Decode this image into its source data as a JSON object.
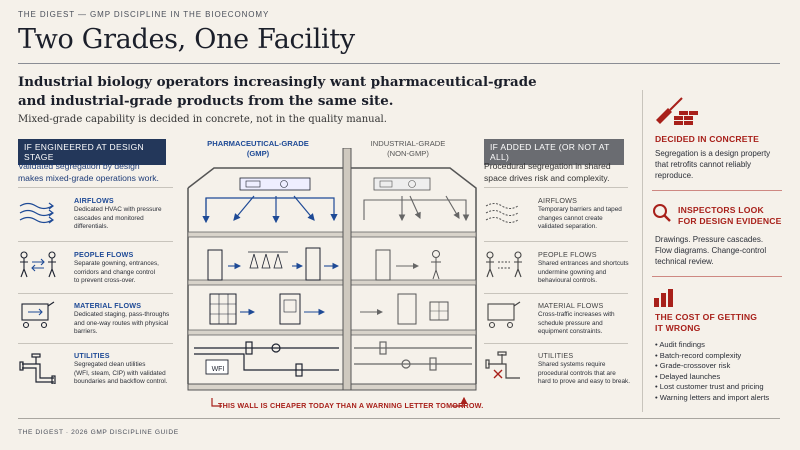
{
  "kicker": "THE DIGEST — GMP DISCIPLINE IN THE BIOECONOMY",
  "title": "Two Grades, One Facility",
  "lede_1": "Industrial biology operators increasingly want pharmaceutical-grade",
  "lede_2": "and industrial-grade products from the same site.",
  "subhead": "Mixed-grade capability is decided in concrete, not in the quality manual.",
  "left": {
    "header": "IF ENGINEERED AT DESIGN STAGE",
    "lead_1": "Validated segregation by design",
    "lead_2": "makes mixed-grade operations work.",
    "rows": [
      {
        "title": "AIRFLOWS",
        "l1": "Dedicated HVAC with pressure",
        "l2": "cascades and monitored",
        "l3": "differentials.",
        "l4": ""
      },
      {
        "title": "PEOPLE FLOWS",
        "l1": "Separate gowning, entrances,",
        "l2": "corridors and change control",
        "l3": "to prevent cross-over.",
        "l4": ""
      },
      {
        "title": "MATERIAL FLOWS",
        "l1": "Dedicated staging, pass-throughs",
        "l2": "and one-way routes with physical",
        "l3": "barriers.",
        "l4": ""
      },
      {
        "title": "UTILITIES",
        "l1": "Segregated clean utilities",
        "l2": "(WFI, steam, CIP) with validated",
        "l3": "boundaries and backflow control.",
        "l4": ""
      }
    ]
  },
  "building": {
    "pharma_1": "PHARMACEUTICAL-GRADE",
    "pharma_2": "(GMP)",
    "industrial_1": "INDUSTRIAL-GRADE",
    "industrial_2": "(NON-GMP)",
    "wfi": "WFI",
    "banner": "THIS WALL IS CHEAPER TODAY THAN A WARNING LETTER TOMORROW."
  },
  "right": {
    "header": "IF ADDED LATE (OR NOT AT ALL)",
    "lead_1": "Procedural segregation in shared",
    "lead_2": "space drives risk and complexity.",
    "rows": [
      {
        "title": "AIRFLOWS",
        "l1": "Temporary barriers and taped",
        "l2": "changes cannot create",
        "l3": "validated separation.",
        "l4": ""
      },
      {
        "title": "PEOPLE FLOWS",
        "l1": "Shared entrances and shortcuts",
        "l2": "undermine gowning and",
        "l3": "behavioural controls.",
        "l4": ""
      },
      {
        "title": "MATERIAL FLOWS",
        "l1": "Cross-traffic increases with",
        "l2": "schedule pressure and",
        "l3": "equipment constraints.",
        "l4": ""
      },
      {
        "title": "UTILITIES",
        "l1": "Shared systems require",
        "l2": "procedural controls that are",
        "l3": "hard to prove and easy to break.",
        "l4": ""
      }
    ]
  },
  "sidebar": {
    "s1_title": "DECIDED IN CONCRETE",
    "s1_l1": "Segregation is a design property",
    "s1_l2": "that retrofits cannot reliably",
    "s1_l3": "reproduce.",
    "s2_t1": "INSPECTORS LOOK",
    "s2_t2": "FOR DESIGN EVIDENCE",
    "s2_l1": "Drawings. Pressure cascades.",
    "s2_l2": "Flow diagrams. Change-control",
    "s2_l3": "technical review.",
    "s3_t1": "THE COST OF GETTING",
    "s3_t2": "IT WRONG",
    "costs": [
      "Audit findings",
      "Batch-record complexity",
      "Grade-crossover risk",
      "Delayed launches",
      "Lost customer trust and pricing",
      "Warning letters and import alerts"
    ]
  },
  "footer": "THE DIGEST · 2026 GMP DISCIPLINE GUIDE",
  "colors": {
    "navy": "#23375a",
    "blue": "#1e4a96",
    "red": "#a8201a",
    "paper": "#f5f1ea"
  }
}
